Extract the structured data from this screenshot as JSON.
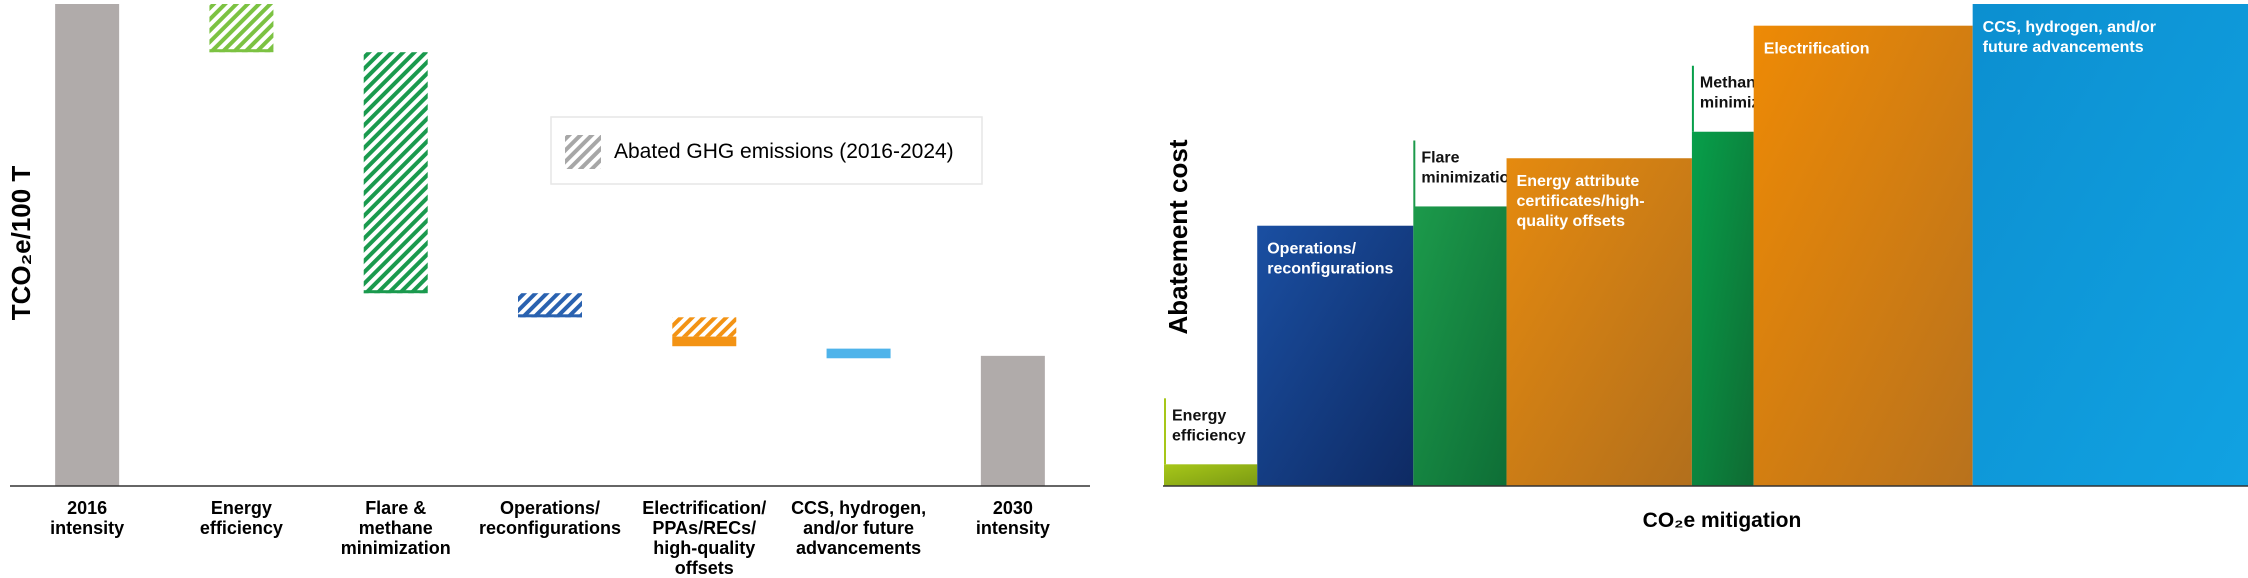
{
  "chart_data": [
    {
      "type": "bar",
      "subtype": "waterfall",
      "ylabel": "TCO₂e/100 T",
      "ylim": [
        0,
        100
      ],
      "legend": {
        "label": "Abated GHG emissions (2016-2024)",
        "placement": "top-right",
        "pattern": "hatched"
      },
      "categories": [
        [
          "2016",
          "intensity"
        ],
        [
          "Energy",
          "efficiency"
        ],
        [
          "Flare &",
          "methane",
          "minimization"
        ],
        [
          "Operations/",
          "reconfigurations"
        ],
        [
          "Electrification/",
          "PPAs/RECs/",
          "high-quality",
          "offsets"
        ],
        [
          "CCS, hydrogen,",
          "and/or future",
          "advancements"
        ],
        [
          "2030",
          "intensity"
        ]
      ],
      "bars": [
        {
          "kind": "total",
          "start": 0,
          "end": 100,
          "color": "#b0abaa"
        },
        {
          "kind": "step",
          "start": 90,
          "end": 100,
          "abated_until": 90,
          "color": "#7cc242"
        },
        {
          "kind": "step",
          "start": 40,
          "end": 90,
          "abated_until": 40,
          "color": "#1a9a4e"
        },
        {
          "kind": "step",
          "start": 35,
          "end": 40,
          "abated_until": 35,
          "color": "#2a62b0"
        },
        {
          "kind": "step",
          "start": 29,
          "end": 35,
          "abated_until": 31,
          "color": "#f39314"
        },
        {
          "kind": "step",
          "start": 26.5,
          "end": 28.5,
          "abated_until": 28.5,
          "color": "#4eb3ea"
        },
        {
          "kind": "total",
          "start": 0,
          "end": 27,
          "color": "#b0abaa"
        }
      ]
    },
    {
      "type": "bar",
      "subtype": "marginal-abatement-cost-curve",
      "xlabel": "CO₂e mitigation",
      "ylabel": "Abatement cost",
      "ylim": [
        0,
        100
      ],
      "xlim": [
        0,
        100
      ],
      "bars": [
        {
          "label": [
            "Energy",
            "efficiency"
          ],
          "x0": 0,
          "x1": 8.6,
          "cost": 4.5,
          "label_pos": "above",
          "color_top": "#a7c719",
          "color_bottom": "#7b9a13"
        },
        {
          "label": [
            "Operations/",
            "reconfigurations"
          ],
          "x0": 8.6,
          "x1": 23,
          "cost": 54,
          "label_pos": "inside",
          "color_top": "#1a4fa2",
          "color_bottom": "#0e2a63"
        },
        {
          "label": [
            "Flare",
            "minimization"
          ],
          "x0": 23,
          "x1": 31.6,
          "cost": 58,
          "label_pos": "above",
          "color_top": "#1c9a4b",
          "color_bottom": "#0e6e36"
        },
        {
          "label": [
            "Energy attribute",
            "certificates/high-",
            "quality offsets"
          ],
          "x0": 31.6,
          "x1": 48.7,
          "cost": 68,
          "label_pos": "inside",
          "color_top": "#e58a0f",
          "color_bottom": "#b26f1c"
        },
        {
          "label": [
            "Methane",
            "minimization"
          ],
          "x0": 48.7,
          "x1": 54.4,
          "cost": 73.5,
          "label_pos": "above",
          "color_top": "#079f4a",
          "color_bottom": "#0f6b33"
        },
        {
          "label": [
            "Electrification"
          ],
          "x0": 54.4,
          "x1": 74.6,
          "cost": 95.5,
          "label_pos": "inside",
          "color_top": "#ee8a05",
          "color_bottom": "#b8721d"
        },
        {
          "label": [
            "CCS, hydrogen, and/or",
            "future advancements"
          ],
          "x0": 74.6,
          "x1": 100,
          "cost": 100,
          "label_pos": "inside",
          "color_top": "#0c8fd0",
          "color_bottom": "#11a2e2"
        }
      ]
    }
  ]
}
